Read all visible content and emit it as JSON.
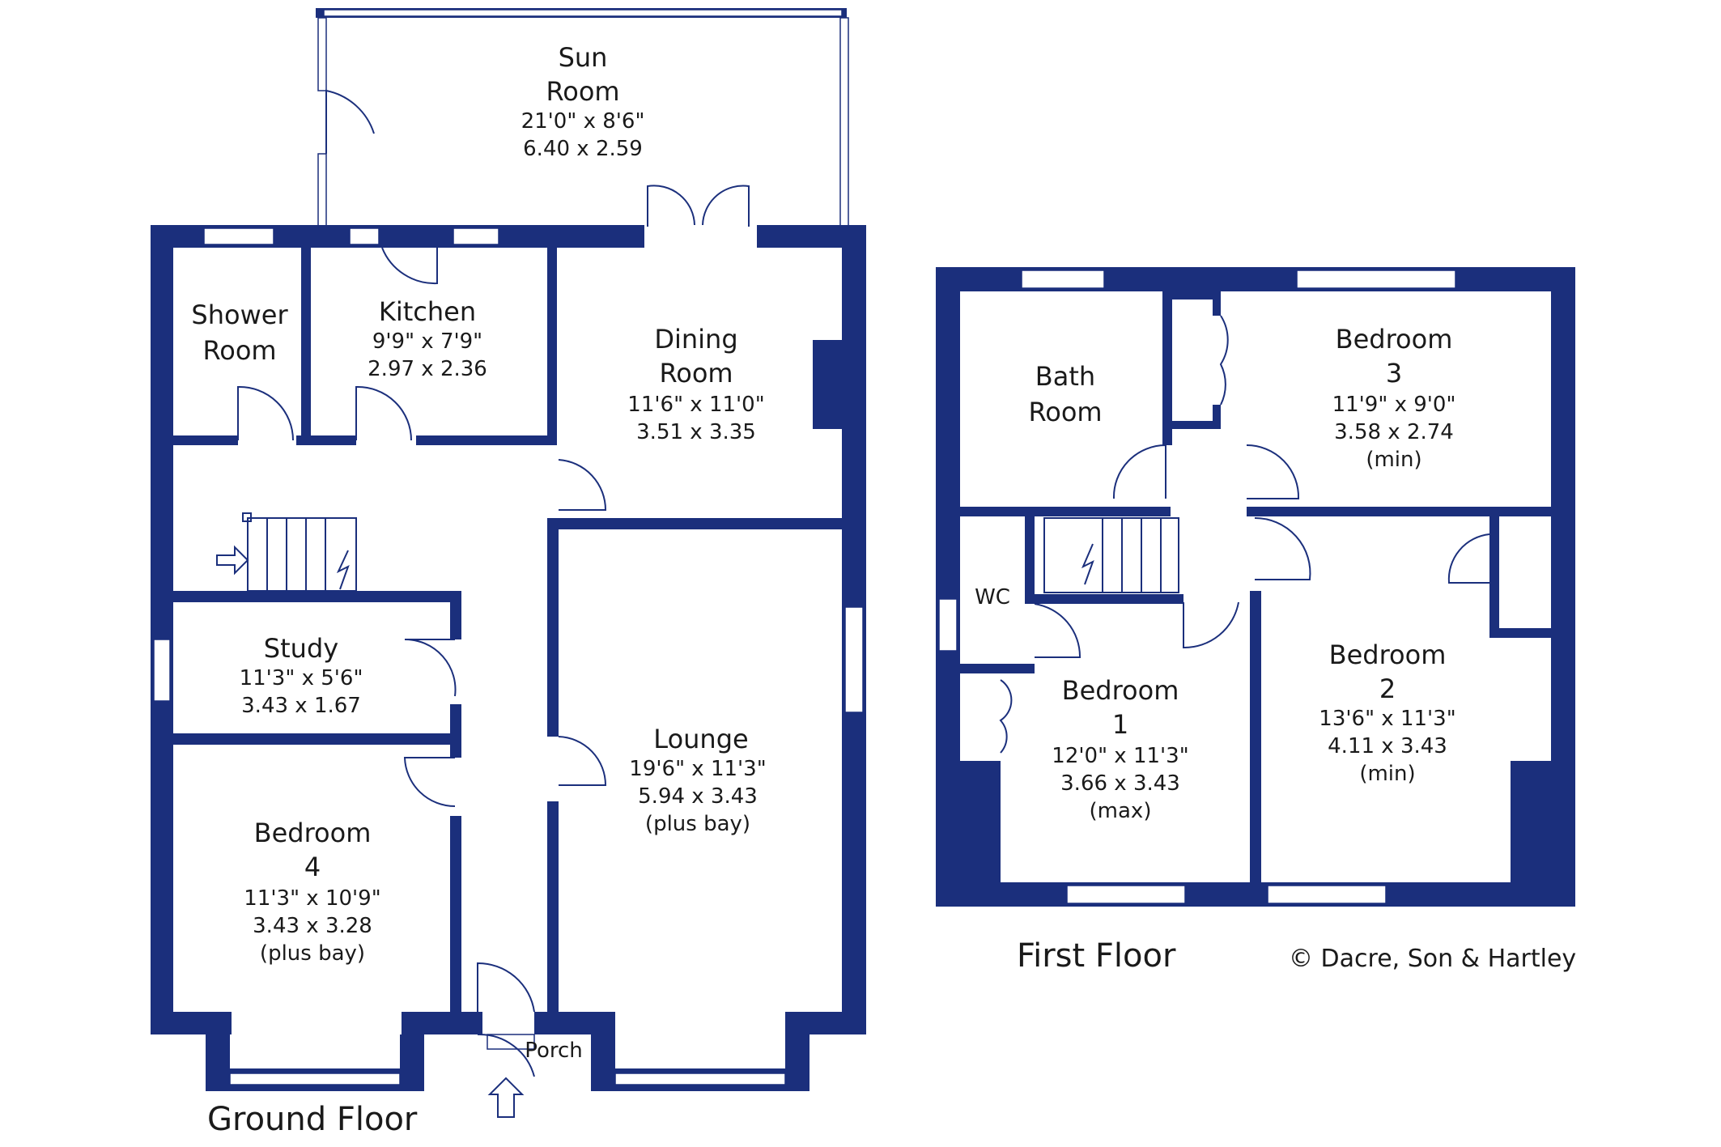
{
  "ground_floor": {
    "title": "Ground Floor",
    "rooms": {
      "sun_room": {
        "name_line1": "Sun",
        "name_line2": "Room",
        "dim_imperial": "21'0\"  x  8'6\"",
        "dim_metric": "6.40  x  2.59"
      },
      "shower_room": {
        "name_line1": "Shower",
        "name_line2": "Room"
      },
      "kitchen": {
        "name_line1": "Kitchen",
        "dim_imperial": "9'9\"  x  7'9\"",
        "dim_metric": "2.97  x  2.36"
      },
      "dining_room": {
        "name_line1": "Dining",
        "name_line2": "Room",
        "dim_imperial": "11'6\"  x  11'0\"",
        "dim_metric": "3.51  x  3.35"
      },
      "study": {
        "name_line1": "Study",
        "dim_imperial": "11'3\"  x  5'6\"",
        "dim_metric": "3.43  x  1.67"
      },
      "lounge": {
        "name_line1": "Lounge",
        "dim_imperial": "19'6\"  x  11'3\"",
        "dim_metric": "5.94  x  3.43",
        "note": "(plus bay)"
      },
      "bedroom_4": {
        "name_line1": "Bedroom",
        "name_line2": "4",
        "dim_imperial": "11'3\"  x  10'9\"",
        "dim_metric": "3.43  x  3.28",
        "note": "(plus bay)"
      },
      "porch": {
        "name_line1": "Porch"
      }
    }
  },
  "first_floor": {
    "title": "First Floor",
    "rooms": {
      "bath_room": {
        "name_line1": "Bath",
        "name_line2": "Room"
      },
      "bedroom_3": {
        "name_line1": "Bedroom",
        "name_line2": "3",
        "dim_imperial": "11'9\"  x  9'0\"",
        "dim_metric": "3.58  x  2.74",
        "note": "(min)"
      },
      "wc": {
        "name_line1": "WC"
      },
      "bedroom_1": {
        "name_line1": "Bedroom",
        "name_line2": "1",
        "dim_imperial": "12'0\"  x  11'3\"",
        "dim_metric": "3.66  x  3.43",
        "note": "(max)"
      },
      "bedroom_2": {
        "name_line1": "Bedroom",
        "name_line2": "2",
        "dim_imperial": "13'6\"  x  11'3\"",
        "dim_metric": "4.11  x  3.43",
        "note": "(min)"
      }
    }
  },
  "credit": "© Dacre, Son & Hartley",
  "colors": {
    "wall": "#1b2f7c",
    "text": "#1a1a1a",
    "background": "#ffffff"
  }
}
